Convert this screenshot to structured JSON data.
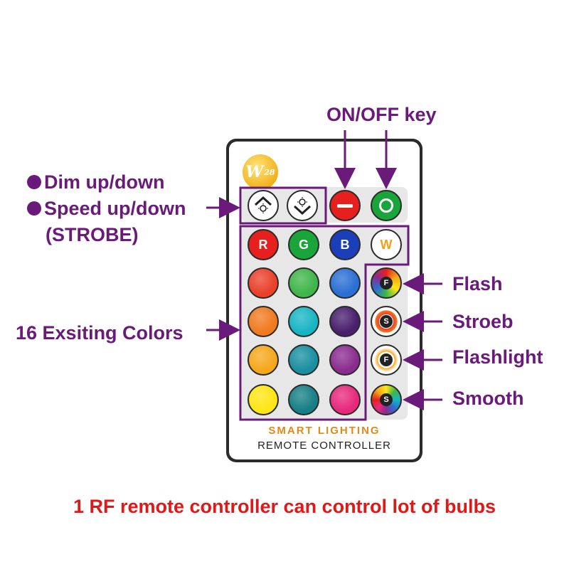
{
  "callouts": {
    "on_off": "ON/OFF key",
    "dim": "Dim up/down",
    "speed": "Speed up/down",
    "strobe": "(STROBE)",
    "colors": "16 Exsiting Colors",
    "flash": "Flash",
    "stroeb": "Stroeb",
    "flashlight": "Flashlight",
    "smooth": "Smooth"
  },
  "remote": {
    "logo_letter": "W",
    "logo_number": "28",
    "brand_line1": "SMART LIGHTING",
    "brand_line2": "REMOTE CONTROLLER",
    "rgbw": [
      {
        "label": "R",
        "color": "#e5201f"
      },
      {
        "label": "G",
        "color": "#1aa53a"
      },
      {
        "label": "B",
        "color": "#1b3fb8"
      },
      {
        "label": "W",
        "color": "#ffffff"
      }
    ],
    "colors": [
      "#e9412a",
      "#3fb54a",
      "#2a6fd3",
      "#f07a1f",
      "#17b5c4",
      "#4a1f6e",
      "#f5a81b",
      "#1a8fa0",
      "#8a2c8f",
      "#ffe615",
      "#177f86",
      "#e6297c"
    ],
    "modes": [
      {
        "letter": "F"
      },
      {
        "letter": "S"
      },
      {
        "letter": "F"
      },
      {
        "letter": "S"
      }
    ],
    "accent_purple": "#6a1b7a",
    "off_color": "#e5201f",
    "on_color": "#1aa53a"
  },
  "footer": "1 RF remote controller can control lot of bulbs"
}
